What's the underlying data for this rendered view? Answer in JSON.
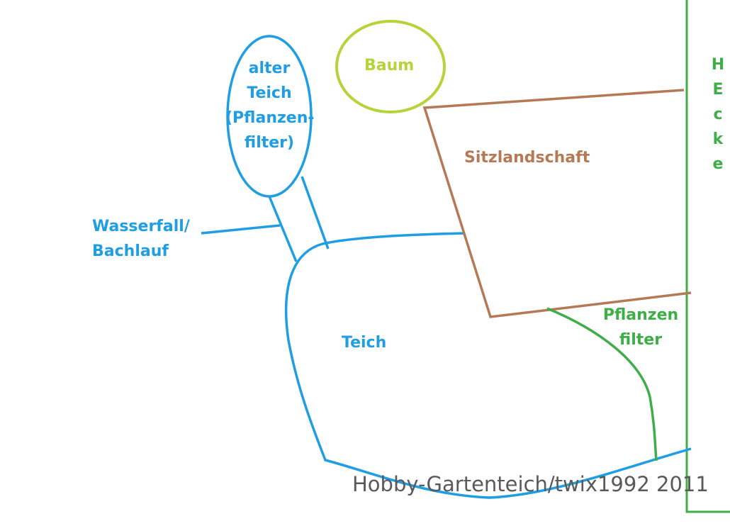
{
  "colors": {
    "pond": "#1f9ee3",
    "seating": "#b57a55",
    "plants": "#3fae49",
    "tree": "#b4d43a",
    "watermark": "#5a5a5a"
  },
  "labels": {
    "baum": "Baum",
    "old_pond_line1": "alter",
    "old_pond_line2": "Teich",
    "old_pond_line3": "(Pflanzen-",
    "old_pond_line4": "filter)",
    "waterfall_line1": "Wasserfall/",
    "waterfall_line2": "Bachlauf",
    "seating": "Sitzlandschaft",
    "pond": "Teich",
    "plant_filter_line1": "Pflanzen",
    "plant_filter_line2": "filter",
    "hedge_letters": [
      "H",
      "E",
      "c",
      "k",
      "e"
    ]
  },
  "watermark": "Hobby-Gartenteich/twix1992 2011"
}
